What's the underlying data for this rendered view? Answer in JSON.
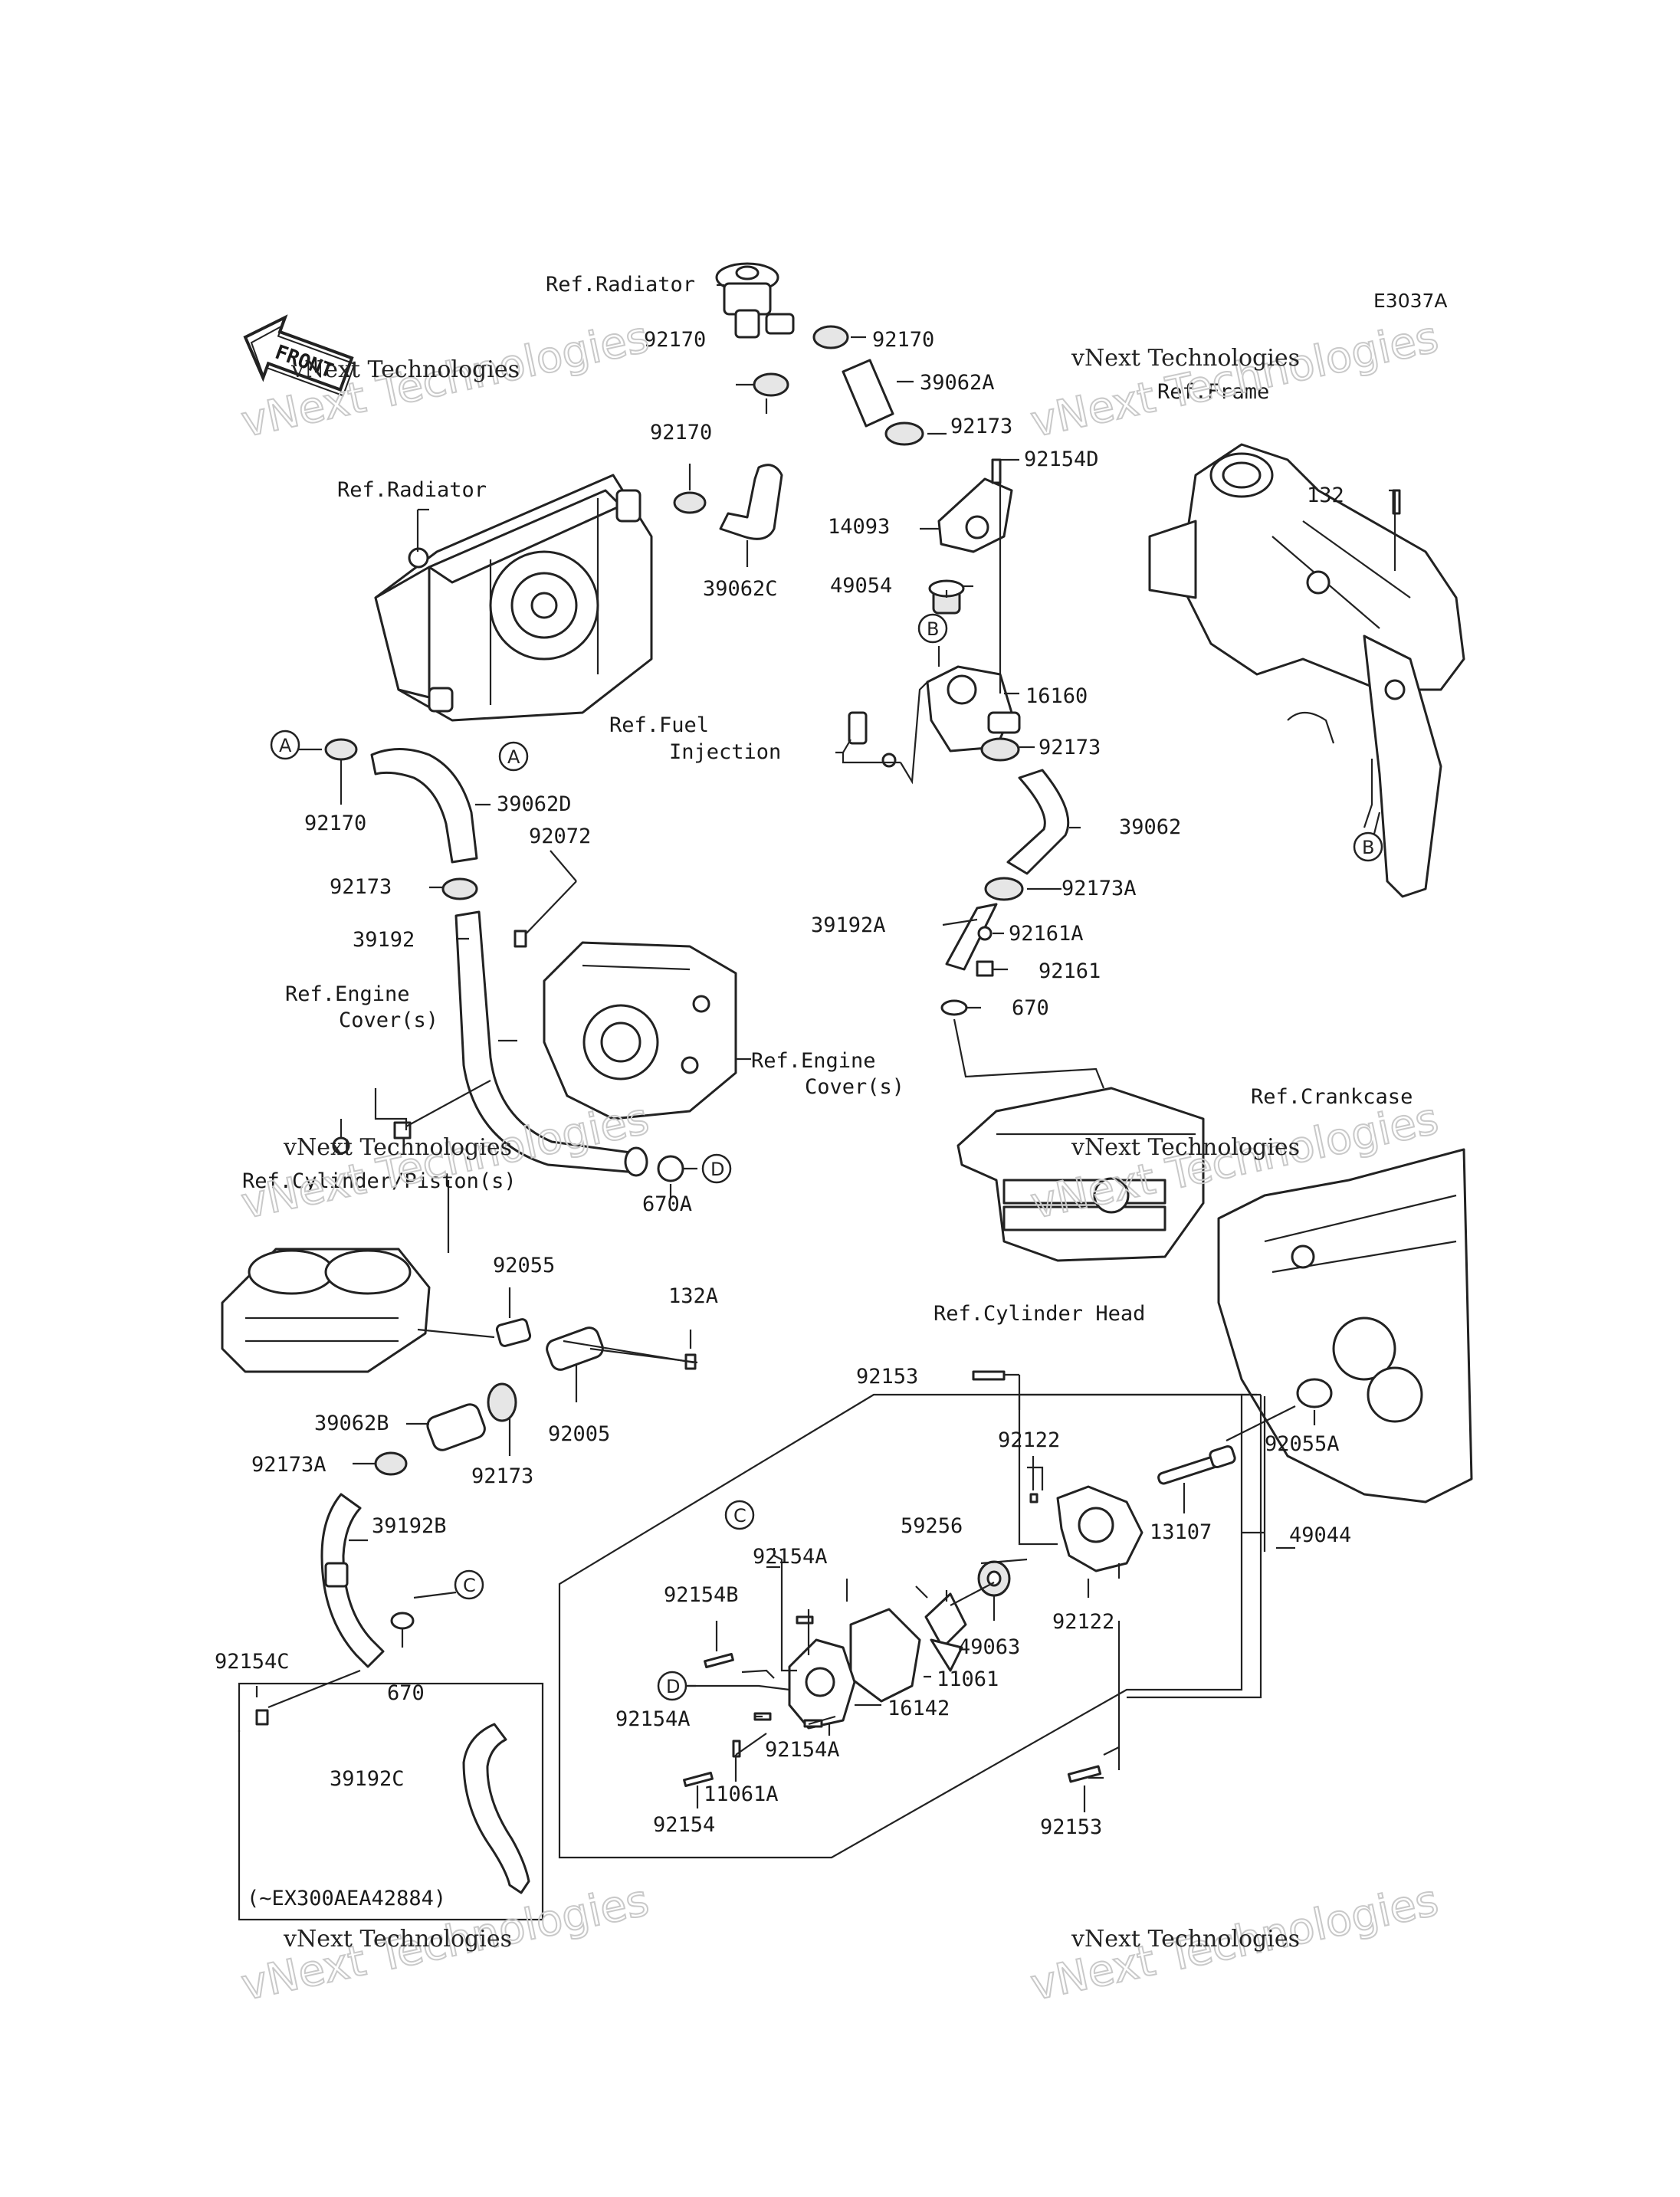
{
  "diagram_code": "E3037A",
  "front_arrow": "FRONT",
  "watermark": {
    "brand": "vNext Technologies",
    "outline": "vNext Technologies"
  },
  "refs": {
    "radiator_top": "Ref.Radiator",
    "radiator_main": "Ref.Radiator",
    "fuel_1": "Ref.Fuel",
    "fuel_2": "Injection",
    "engine_cover_l1": "Ref.Engine",
    "engine_cover_l2": "Cover(s)",
    "engine_cover_r1": "Ref.Engine",
    "engine_cover_r2": "Cover(s)",
    "frame": "Ref.Frame",
    "cylinder_piston": "Ref.Cylinder/Piston(s)",
    "crankcase": "Ref.Crankcase",
    "cylinder_head": "Ref.Cylinder Head"
  },
  "note_box": "(~EX300AEA42884)",
  "callouts": {
    "a": "A",
    "b": "B",
    "c": "C",
    "d": "D"
  },
  "parts": {
    "p92170_a": "92170",
    "p92170_b": "92170",
    "p92170_c": "92170",
    "p92170_d": "92170",
    "p39062A": "39062A",
    "p92173_a": "92173",
    "p92154D": "92154D",
    "p14093": "14093",
    "p39062C": "39062C",
    "p49054": "49054",
    "p16160": "16160",
    "p92173_b": "92173",
    "p132": "132",
    "p39062D": "39062D",
    "p92072": "92072",
    "p92173_c": "92173",
    "p39192": "39192",
    "p39062": "39062",
    "p92173A_a": "92173A",
    "p39192A": "39192A",
    "p92161A": "92161A",
    "p92161": "92161",
    "p670_a": "670",
    "p670A": "670A",
    "p92055": "92055",
    "p132A": "132A",
    "p92005": "92005",
    "p39062B": "39062B",
    "p92173_d": "92173",
    "p92173A_b": "92173A",
    "p39192B": "39192B",
    "p92154C": "92154C",
    "p670_b": "670",
    "p92153_a": "92153",
    "p92122_a": "92122",
    "p92055A": "92055A",
    "p13107": "13107",
    "p49044": "49044",
    "p59256": "59256",
    "p92154A_a": "92154A",
    "p92154B": "92154B",
    "p49063": "49063",
    "p92122_b": "92122",
    "p11061": "11061",
    "p16142": "16142",
    "p92154A_b": "92154A",
    "p92154A_c": "92154A",
    "p11061A": "11061A",
    "p92154": "92154",
    "p92153_b": "92153",
    "p39192C": "39192C"
  }
}
